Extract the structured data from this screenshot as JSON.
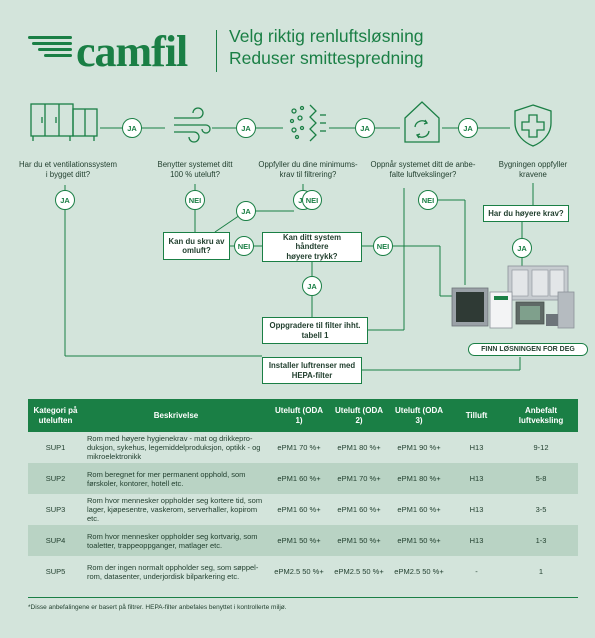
{
  "brand": {
    "logo": "camfil"
  },
  "header": {
    "title1": "Velg riktig renluftsløsning",
    "title2": "Reduser smittespredning"
  },
  "colors": {
    "accent": "#1a7f45",
    "background": "#d3e4db",
    "row_alt": "#b9d3c4"
  },
  "flow": {
    "icons": [
      "ventilation-unit-icon",
      "airflow-icon",
      "filter-icon",
      "house-circulation-icon",
      "shield-cross-icon"
    ],
    "questions": {
      "q1": [
        "Har du et ventilationssystem",
        "i bygget ditt?"
      ],
      "q2": [
        "Benytter systemet ditt",
        "100 % uteluft?"
      ],
      "q3": [
        "Oppfyller du dine minimums-",
        "krav til filtrering?"
      ],
      "q4": [
        "Oppnår systemet ditt de anbe-",
        "falte luftvekslinger?"
      ],
      "q5": [
        "Bygningen oppfyller",
        "kravene"
      ]
    },
    "boxes": {
      "higher": "Har du høyere krav?",
      "skru": [
        "Kan du skru av",
        "omluft?"
      ],
      "trykk": [
        "Kan ditt system håndtere",
        "høyere trykk?"
      ],
      "upgrade": [
        "Oppgradere til filter ihht.",
        "tabell 1"
      ],
      "install": [
        "Installer luftrenser med",
        "HEPA-filter"
      ],
      "finn": "FINN LØSNINGEN FOR DEG"
    },
    "ja": "JA",
    "nei": "NEI"
  },
  "table": {
    "headers": [
      "Kategori på uteluften",
      "Beskrivelse",
      "Uteluft (ODA 1)",
      "Uteluft (ODA 2)",
      "Uteluft (ODA 3)",
      "Tilluft",
      "Anbefalt luftveksling"
    ],
    "rows": [
      {
        "cat": "SUP1",
        "desc": "Rom med høyere hygienekrav - mat og drikkepro- duksjon, sykehus, legemiddelproduksjon, optikk - og mikroelektronikk",
        "oda1": "ePM1 70 %+",
        "oda2": "ePM1 80 %+",
        "oda3": "ePM1 90 %+",
        "tilluft": "H13",
        "veksling": "9-12"
      },
      {
        "cat": "SUP2",
        "desc": "Rom beregnet for mer permanent opphold, som førskoler, kontorer, hotell etc.",
        "oda1": "ePM1 60 %+",
        "oda2": "ePM1 70 %+",
        "oda3": "ePM1 80 %+",
        "tilluft": "H13",
        "veksling": "5-8"
      },
      {
        "cat": "SUP3",
        "desc": "Rom hvor mennesker oppholder seg kortere tid, som lager, kjøpesentre, vaskerom, serverhaller, kopirom etc.",
        "oda1": "ePM1 60 %+",
        "oda2": "ePM1 60 %+",
        "oda3": "ePM1 60 %+",
        "tilluft": "H13",
        "veksling": "3-5"
      },
      {
        "cat": "SUP4",
        "desc": "Rom hvor mennesker oppholder seg kortvarig, som toaletter, trappeoppganger, matlager etc.",
        "oda1": "ePM1 50 %+",
        "oda2": "ePM1 50 %+",
        "oda3": "ePM1 50 %+",
        "tilluft": "H13",
        "veksling": "1-3"
      },
      {
        "cat": "SUP5",
        "desc": "Rom der ingen normalt oppholder seg, som søppel- rom, datasenter, underjordisk bilparkering etc.",
        "oda1": "ePM2.5 50 %+",
        "oda2": "ePM2.5 50 %+",
        "oda3": "ePM2.5 50 %+",
        "tilluft": "-",
        "veksling": "1"
      }
    ]
  },
  "footnote": "*Disse anbefalingene er basert på filtrer. HEPA-filter anbefales benyttet i kontrollerte miljø."
}
